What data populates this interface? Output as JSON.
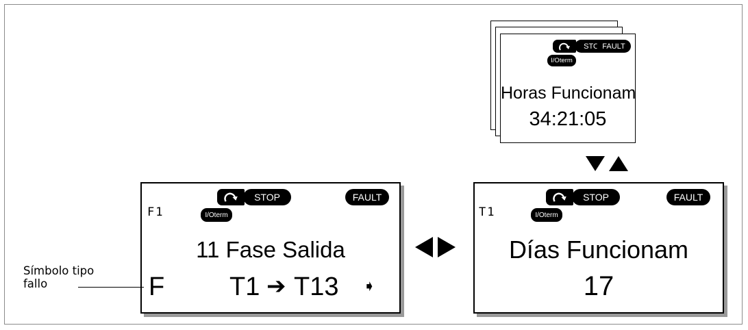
{
  "top_panel": {
    "stop_label": "STOP",
    "fault_label": "FAULT",
    "ioterm_label": "I/Oterm",
    "line1": "Horas Funcionam",
    "line2": "34:21:05"
  },
  "left_panel": {
    "code": "F1",
    "stop_label": "STOP",
    "fault_label": "FAULT",
    "ioterm_label": "I/Oterm",
    "line1": "11 Fase Salida",
    "fault_symbol": "F",
    "time_from": "T1",
    "arrow_glyph": "➔",
    "time_to": "T13",
    "more_glyph": "➧"
  },
  "right_panel": {
    "code": "T1",
    "stop_label": "STOP",
    "fault_label": "FAULT",
    "ioterm_label": "I/Oterm",
    "line1": "Días Funcionam",
    "line2": "17"
  },
  "caption": {
    "line1": "Símbolo  tipo",
    "line2": "fallo"
  },
  "colors": {
    "ink": "#000000",
    "shadow": "#9a9a9a",
    "frame": "#8a8a8a"
  },
  "icons": [
    "rotation-icon",
    "arrow-down-icon",
    "arrow-up-icon",
    "arrow-left-icon",
    "arrow-right-icon"
  ]
}
